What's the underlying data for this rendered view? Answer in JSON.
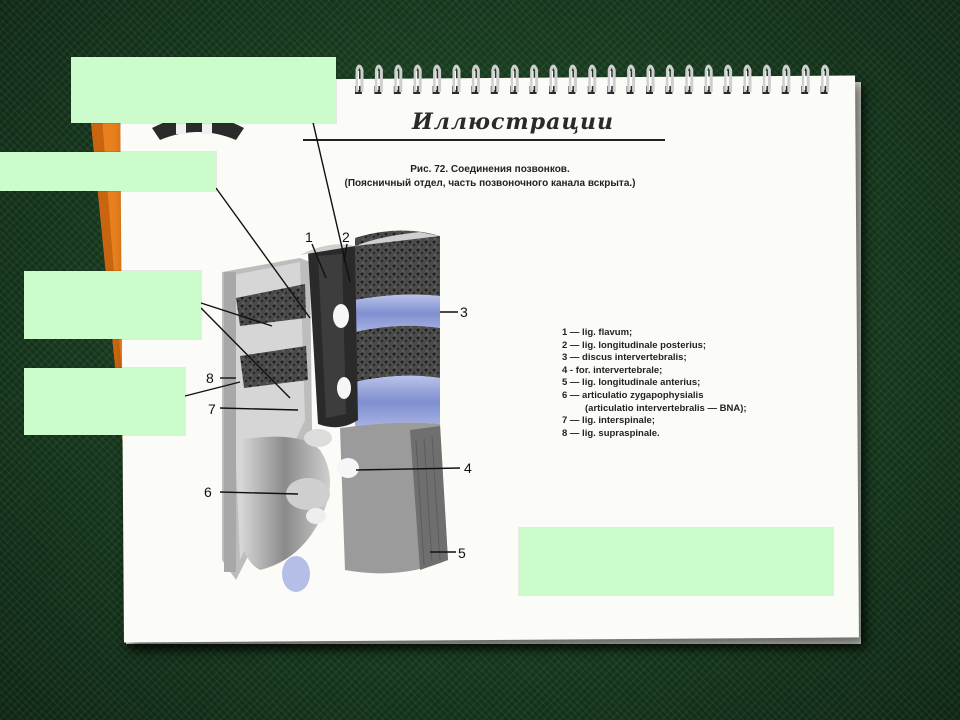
{
  "heading": "Иллюстрации",
  "caption": {
    "line1": "Рис. 72. Соединения позвонков.",
    "line2": "(Поясничный отдел, часть позвоночного канала вскрыта.)"
  },
  "callouts": [
    "1",
    "2",
    "3",
    "4",
    "5",
    "6",
    "7",
    "8"
  ],
  "legend": [
    "1 — lig. flavum;",
    "2 — lig. longitudinale posterius;",
    "3 — discus intervertebralis;",
    "4 - for. intervertebrale;",
    "5 — lig. longitudinale anterius;",
    "6 — articulatio zygapophysialis",
    "(articulatio intervertebralis — BNA);",
    "7 — lig. interspinale;",
    "8 — lig. supraspinale."
  ],
  "colors": {
    "label_box": "#ccfccc",
    "board": "#1c4222",
    "disc": "#8c9ad6",
    "pencil": "#e07a1c"
  }
}
